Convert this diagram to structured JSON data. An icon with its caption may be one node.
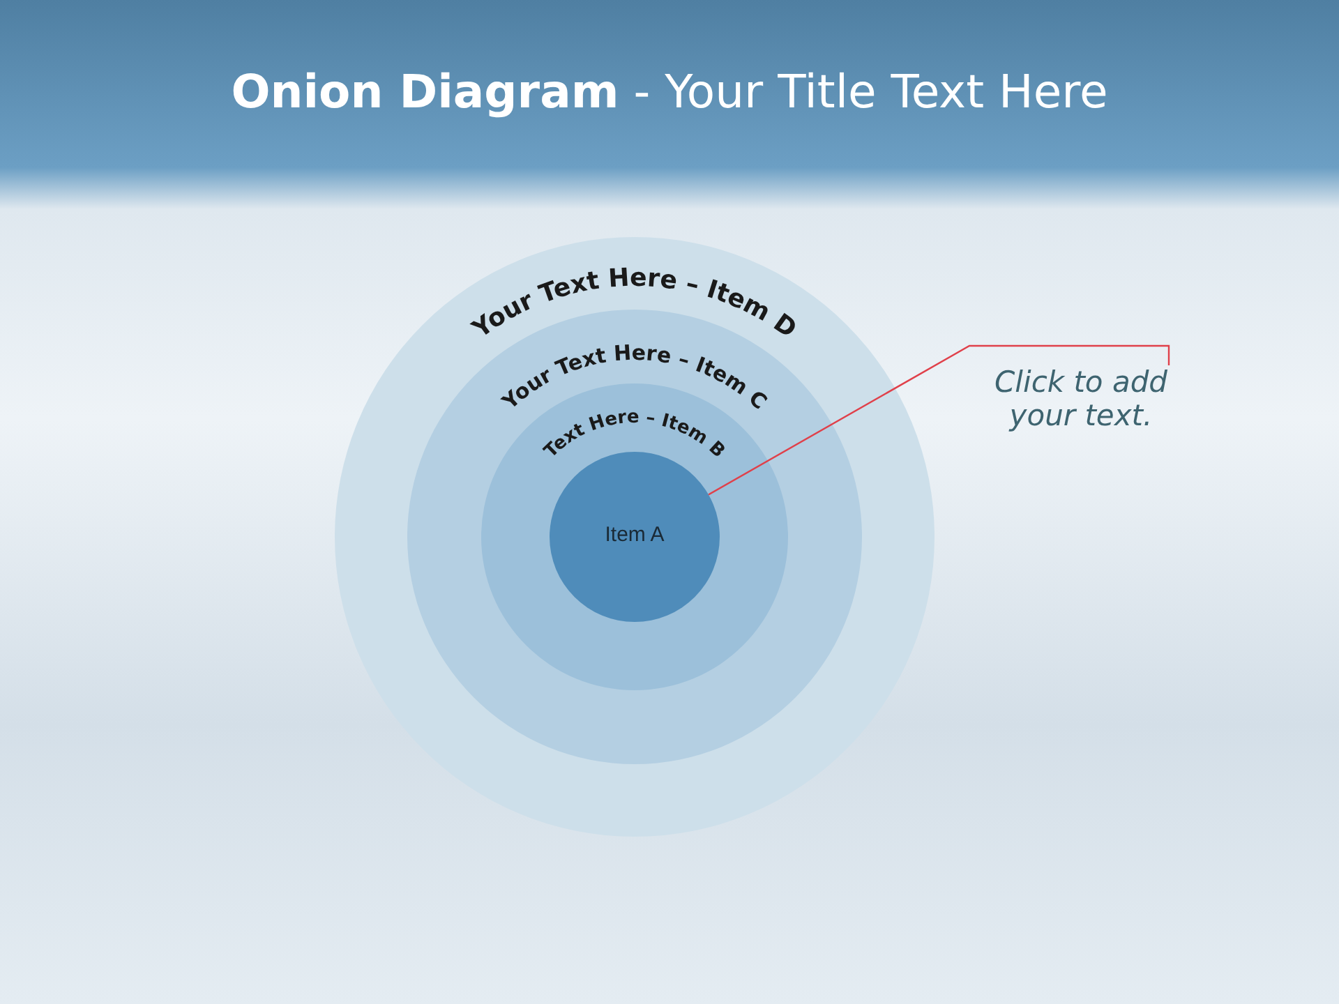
{
  "diagram": {
    "title": "**Onion Diagram** - Your Title Text Here",
    "nodes": [
      {
        "text": [
          "Your Text Here – Item D"
        ]
      },
      {
        "text": [
          "Your Text Here – Item C"
        ],
        "in": 0
      },
      {
        "text": [
          "Text Here – Item B"
        ],
        "in": 1
      },
      {
        "text": [
          "Item A"
        ],
        "in": 2
      },
      {
        "text": [
          "Click to add your text."
        ]
      }
    ],
    "edges": [
      {
        "from": 4,
        "to": 3,
        "arrow": "none",
        "color": "#e0404a"
      }
    ]
  }
}
